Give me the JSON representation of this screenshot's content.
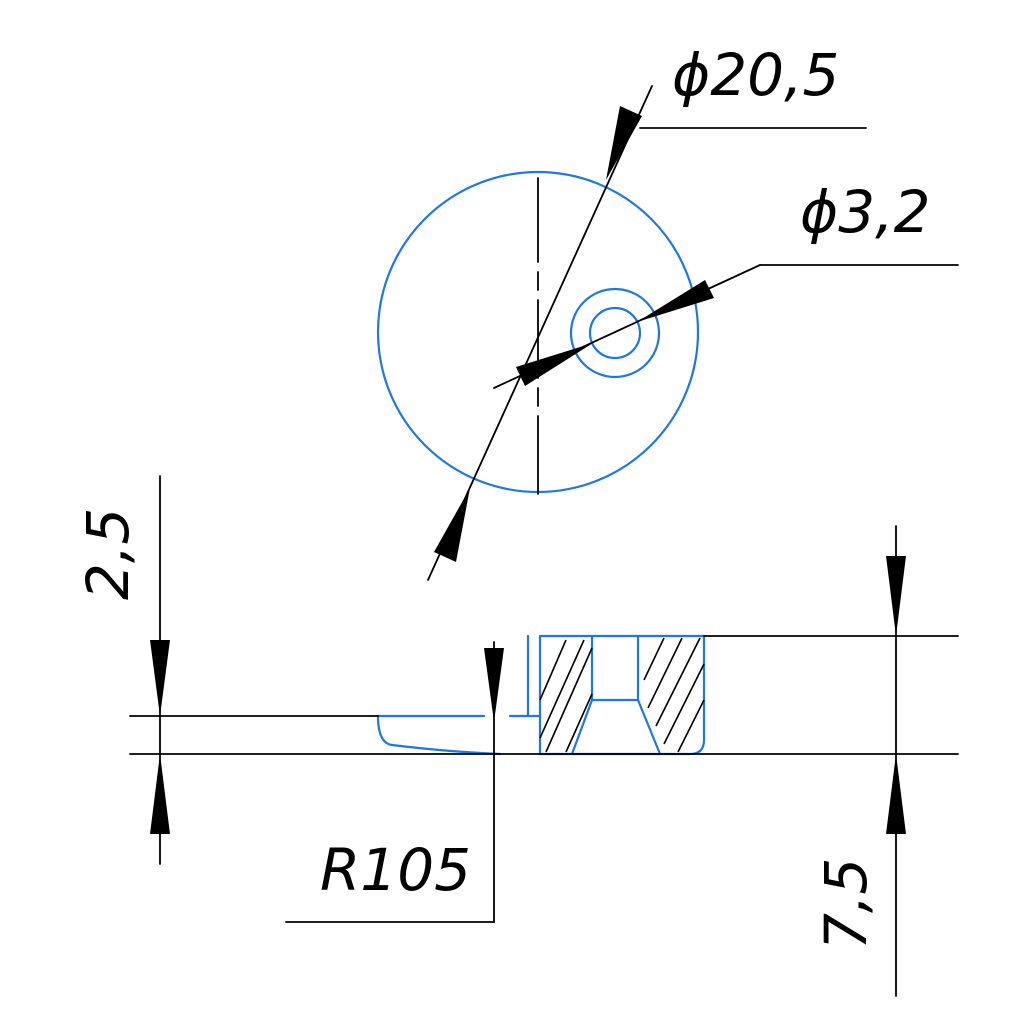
{
  "drawing": {
    "colors": {
      "part_outline": "#1f77e0",
      "dimension": "#000000",
      "background": "#ffffff"
    },
    "dimensions": {
      "outer_diameter": "ϕ20,5",
      "hole_diameter": "ϕ3,2",
      "thin_step": "2,5",
      "radius": "R105",
      "total_height": "7,5"
    }
  }
}
